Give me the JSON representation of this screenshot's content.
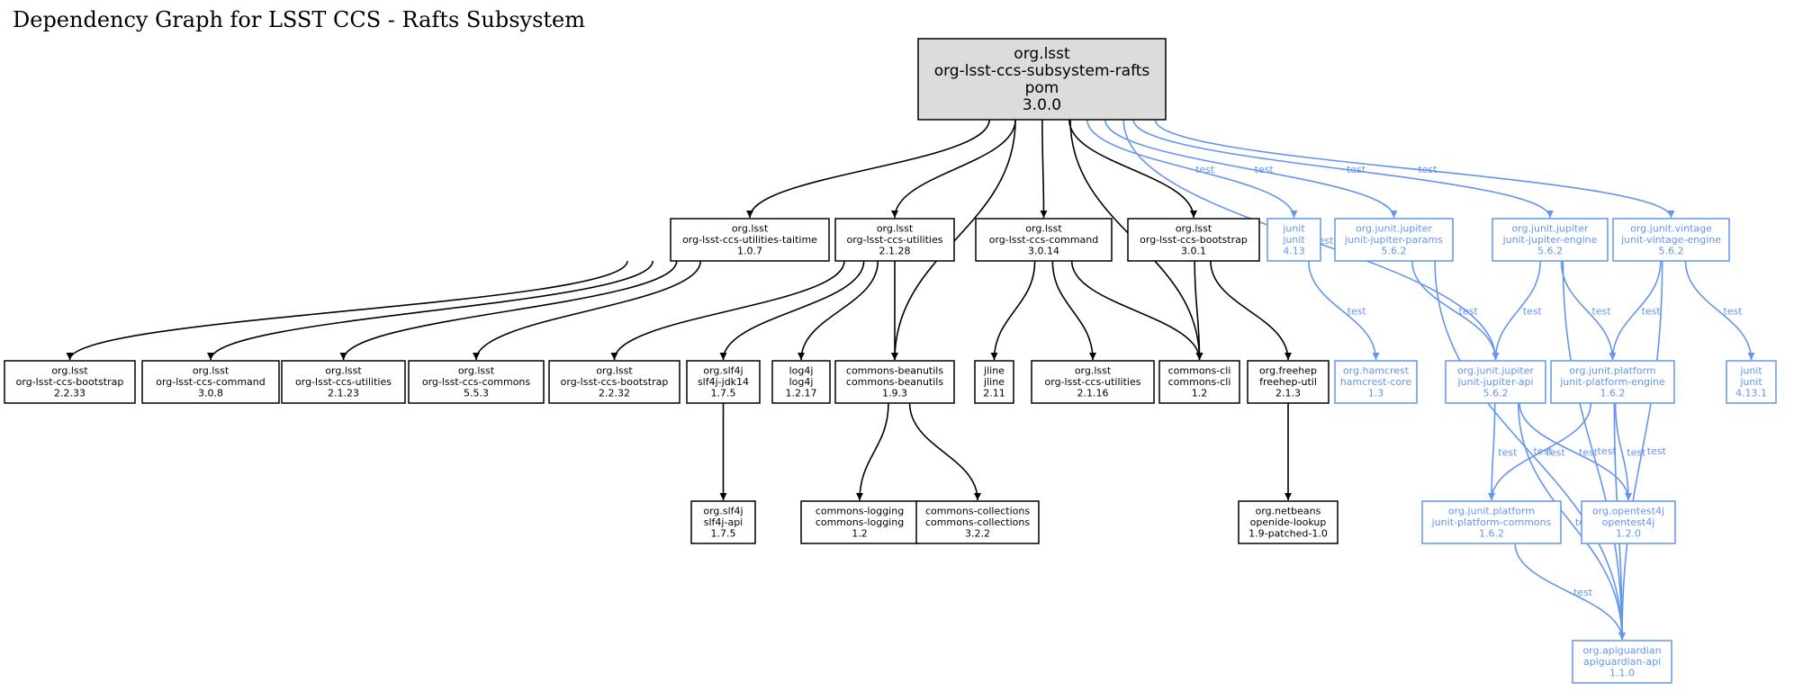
{
  "title": "Dependency Graph for LSST CCS - Rafts Subsystem",
  "colors": {
    "compile": "#000000",
    "test": "#6495ED",
    "root_fill": "#DCDCDC"
  },
  "nodes": [
    {
      "id": "root",
      "lines": [
        "org.lsst",
        "org-lsst-ccs-subsystem-rafts",
        "pom",
        "3.0.0"
      ],
      "kind": "root"
    },
    {
      "id": "taitime",
      "lines": [
        "org.lsst",
        "org-lsst-ccs-utilities-taitime",
        "1.0.7"
      ],
      "kind": "compile"
    },
    {
      "id": "util2128",
      "lines": [
        "org.lsst",
        "org-lsst-ccs-utilities",
        "2.1.28"
      ],
      "kind": "compile"
    },
    {
      "id": "cmd3014",
      "lines": [
        "org.lsst",
        "org-lsst-ccs-command",
        "3.0.14"
      ],
      "kind": "compile"
    },
    {
      "id": "boot301",
      "lines": [
        "org.lsst",
        "org-lsst-ccs-bootstrap",
        "3.0.1"
      ],
      "kind": "compile"
    },
    {
      "id": "junit413",
      "lines": [
        "junit",
        "junit",
        "4.13"
      ],
      "kind": "test"
    },
    {
      "id": "params",
      "lines": [
        "org.junit.jupiter",
        "junit-jupiter-params",
        "5.6.2"
      ],
      "kind": "test"
    },
    {
      "id": "jengine",
      "lines": [
        "org.junit.jupiter",
        "junit-jupiter-engine",
        "5.6.2"
      ],
      "kind": "test"
    },
    {
      "id": "vintage",
      "lines": [
        "org.junit.vintage",
        "junit-vintage-engine",
        "5.6.2"
      ],
      "kind": "test"
    },
    {
      "id": "boot2233",
      "lines": [
        "org.lsst",
        "org-lsst-ccs-bootstrap",
        "2.2.33"
      ],
      "kind": "compile"
    },
    {
      "id": "cmd308",
      "lines": [
        "org.lsst",
        "org-lsst-ccs-command",
        "3.0.8"
      ],
      "kind": "compile"
    },
    {
      "id": "util2123",
      "lines": [
        "org.lsst",
        "org-lsst-ccs-utilities",
        "2.1.23"
      ],
      "kind": "compile"
    },
    {
      "id": "commons553",
      "lines": [
        "org.lsst",
        "org-lsst-ccs-commons",
        "5.5.3"
      ],
      "kind": "compile"
    },
    {
      "id": "boot2232",
      "lines": [
        "org.lsst",
        "org-lsst-ccs-bootstrap",
        "2.2.32"
      ],
      "kind": "compile"
    },
    {
      "id": "slf4jjdk",
      "lines": [
        "org.slf4j",
        "slf4j-jdk14",
        "1.7.5"
      ],
      "kind": "compile"
    },
    {
      "id": "log4j",
      "lines": [
        "log4j",
        "log4j",
        "1.2.17"
      ],
      "kind": "compile"
    },
    {
      "id": "beanutils",
      "lines": [
        "commons-beanutils",
        "commons-beanutils",
        "1.9.3"
      ],
      "kind": "compile"
    },
    {
      "id": "jline",
      "lines": [
        "jline",
        "jline",
        "2.11"
      ],
      "kind": "compile"
    },
    {
      "id": "util2116",
      "lines": [
        "org.lsst",
        "org-lsst-ccs-utilities",
        "2.1.16"
      ],
      "kind": "compile"
    },
    {
      "id": "cli",
      "lines": [
        "commons-cli",
        "commons-cli",
        "1.2"
      ],
      "kind": "compile"
    },
    {
      "id": "freehep",
      "lines": [
        "org.freehep",
        "freehep-util",
        "2.1.3"
      ],
      "kind": "compile"
    },
    {
      "id": "hamcrest",
      "lines": [
        "org.hamcrest",
        "hamcrest-core",
        "1.3"
      ],
      "kind": "test"
    },
    {
      "id": "japi",
      "lines": [
        "org.junit.jupiter",
        "junit-jupiter-api",
        "5.6.2"
      ],
      "kind": "test"
    },
    {
      "id": "pengine",
      "lines": [
        "org.junit.platform",
        "junit-platform-engine",
        "1.6.2"
      ],
      "kind": "test"
    },
    {
      "id": "junit4131",
      "lines": [
        "junit",
        "junit",
        "4.13.1"
      ],
      "kind": "test"
    },
    {
      "id": "slf4japi",
      "lines": [
        "org.slf4j",
        "slf4j-api",
        "1.7.5"
      ],
      "kind": "compile"
    },
    {
      "id": "logging",
      "lines": [
        "commons-logging",
        "commons-logging",
        "1.2"
      ],
      "kind": "compile"
    },
    {
      "id": "collections",
      "lines": [
        "commons-collections",
        "commons-collections",
        "3.2.2"
      ],
      "kind": "compile"
    },
    {
      "id": "openide",
      "lines": [
        "org.netbeans",
        "openide-lookup",
        "1.9-patched-1.0"
      ],
      "kind": "compile"
    },
    {
      "id": "pcommons",
      "lines": [
        "org.junit.platform",
        "junit-platform-commons",
        "1.6.2"
      ],
      "kind": "test"
    },
    {
      "id": "opentest",
      "lines": [
        "org.opentest4j",
        "opentest4j",
        "1.2.0"
      ],
      "kind": "test"
    },
    {
      "id": "apiguardian",
      "lines": [
        "org.apiguardian",
        "apiguardian-api",
        "1.1.0"
      ],
      "kind": "test"
    }
  ],
  "edges": [
    {
      "from": "root",
      "to": "taitime",
      "kind": "compile",
      "label": ""
    },
    {
      "from": "root",
      "to": "util2128",
      "kind": "compile",
      "label": ""
    },
    {
      "from": "root",
      "to": "beanutils",
      "kind": "compile",
      "label": ""
    },
    {
      "from": "root",
      "to": "cmd3014",
      "kind": "compile",
      "label": ""
    },
    {
      "from": "root",
      "to": "cli",
      "kind": "compile",
      "label": ""
    },
    {
      "from": "root",
      "to": "boot301",
      "kind": "compile",
      "label": ""
    },
    {
      "from": "root",
      "to": "junit413",
      "kind": "test",
      "label": "test"
    },
    {
      "from": "root",
      "to": "params",
      "kind": "test",
      "label": "test"
    },
    {
      "from": "root",
      "to": "japi",
      "kind": "test",
      "label": "test"
    },
    {
      "from": "root",
      "to": "jengine",
      "kind": "test",
      "label": "test"
    },
    {
      "from": "root",
      "to": "vintage",
      "kind": "test",
      "label": "test"
    },
    {
      "from": "taitime",
      "to": "boot2233",
      "kind": "compile",
      "label": ""
    },
    {
      "from": "taitime",
      "to": "cmd308",
      "kind": "compile",
      "label": ""
    },
    {
      "from": "taitime",
      "to": "util2123",
      "kind": "compile",
      "label": ""
    },
    {
      "from": "taitime",
      "to": "commons553",
      "kind": "compile",
      "label": ""
    },
    {
      "from": "util2128",
      "to": "boot2232",
      "kind": "compile",
      "label": ""
    },
    {
      "from": "util2128",
      "to": "slf4jjdk",
      "kind": "compile",
      "label": ""
    },
    {
      "from": "util2128",
      "to": "log4j",
      "kind": "compile",
      "label": ""
    },
    {
      "from": "util2128",
      "to": "beanutils",
      "kind": "compile",
      "label": ""
    },
    {
      "from": "cmd3014",
      "to": "jline",
      "kind": "compile",
      "label": ""
    },
    {
      "from": "cmd3014",
      "to": "util2116",
      "kind": "compile",
      "label": ""
    },
    {
      "from": "cmd3014",
      "to": "cli",
      "kind": "compile",
      "label": ""
    },
    {
      "from": "boot301",
      "to": "cli",
      "kind": "compile",
      "label": ""
    },
    {
      "from": "boot301",
      "to": "freehep",
      "kind": "compile",
      "label": ""
    },
    {
      "from": "slf4jjdk",
      "to": "slf4japi",
      "kind": "compile",
      "label": ""
    },
    {
      "from": "beanutils",
      "to": "logging",
      "kind": "compile",
      "label": ""
    },
    {
      "from": "beanutils",
      "to": "collections",
      "kind": "compile",
      "label": ""
    },
    {
      "from": "freehep",
      "to": "openide",
      "kind": "compile",
      "label": ""
    },
    {
      "from": "junit413",
      "to": "hamcrest",
      "kind": "test",
      "label": "test"
    },
    {
      "from": "params",
      "to": "japi",
      "kind": "test",
      "label": "test"
    },
    {
      "from": "params",
      "to": "apiguardian",
      "kind": "test",
      "label": "test"
    },
    {
      "from": "jengine",
      "to": "japi",
      "kind": "test",
      "label": "test"
    },
    {
      "from": "jengine",
      "to": "pengine",
      "kind": "test",
      "label": "test"
    },
    {
      "from": "jengine",
      "to": "apiguardian",
      "kind": "test",
      "label": "test"
    },
    {
      "from": "vintage",
      "to": "pengine",
      "kind": "test",
      "label": "test"
    },
    {
      "from": "vintage",
      "to": "junit4131",
      "kind": "test",
      "label": "test"
    },
    {
      "from": "vintage",
      "to": "apiguardian",
      "kind": "test",
      "label": "test"
    },
    {
      "from": "japi",
      "to": "pcommons",
      "kind": "test",
      "label": "test"
    },
    {
      "from": "japi",
      "to": "opentest",
      "kind": "test",
      "label": "test"
    },
    {
      "from": "japi",
      "to": "apiguardian",
      "kind": "test",
      "label": "test"
    },
    {
      "from": "pengine",
      "to": "pcommons",
      "kind": "test",
      "label": "test"
    },
    {
      "from": "pengine",
      "to": "opentest",
      "kind": "test",
      "label": "test"
    },
    {
      "from": "pengine",
      "to": "apiguardian",
      "kind": "test",
      "label": "test"
    },
    {
      "from": "pcommons",
      "to": "apiguardian",
      "kind": "test",
      "label": "test"
    }
  ]
}
